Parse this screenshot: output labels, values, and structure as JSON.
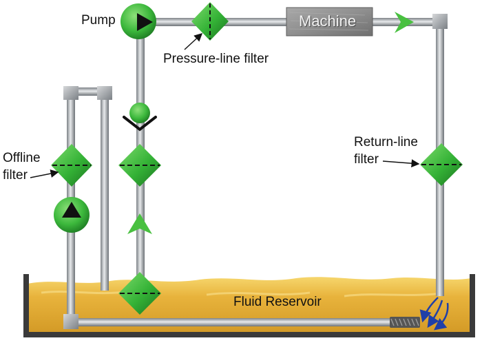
{
  "labels": {
    "pump": "Pump",
    "machine": "Machine",
    "pressure_line_filter": "Pressure-line filter",
    "return_line_filter_line1": "Return-line",
    "return_line_filter_line2": "filter",
    "offline_filter_line1": "Offline",
    "offline_filter_line2": "filter",
    "fluid_reservoir": "Fluid Reservoir"
  },
  "colors": {
    "component_green": "#3cb83c",
    "pipe_gray": "#b8bcc0",
    "fluid_gold": "#e9b43a",
    "tank_dark": "#3a3a3a",
    "flow_arrow_blue": "#1f3fa8"
  }
}
